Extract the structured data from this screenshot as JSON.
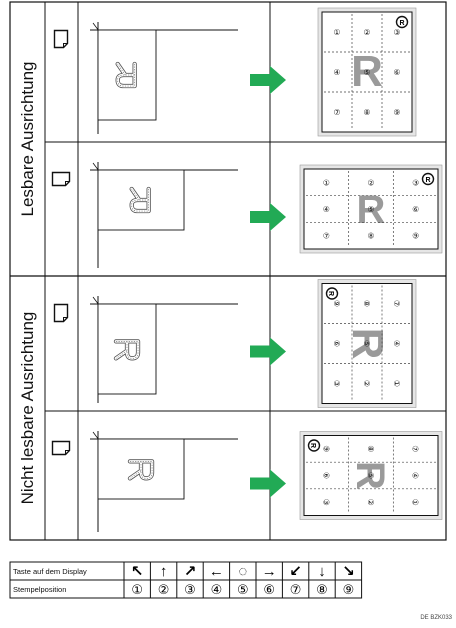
{
  "groups": [
    {
      "label": "Lesbare Ausrichtung"
    },
    {
      "label": "Nicht lesbare Ausrichtung"
    }
  ],
  "rows": [
    {
      "orientation": "portrait",
      "readable": true,
      "grid": [
        [
          "①",
          "②",
          "③"
        ],
        [
          "④",
          "⑤",
          "⑥"
        ],
        [
          "⑦",
          "⑧",
          "⑨"
        ]
      ],
      "stamp_label": "Ⓡ"
    },
    {
      "orientation": "landscape",
      "readable": true,
      "grid": [
        [
          "①",
          "②",
          "③"
        ],
        [
          "④",
          "⑤",
          "⑥"
        ],
        [
          "⑦",
          "⑧",
          "⑨"
        ]
      ],
      "stamp_label": "Ⓡ"
    },
    {
      "orientation": "portrait",
      "readable": false,
      "grid": [
        [
          "⑨",
          "⑧",
          "⑦"
        ],
        [
          "⑥",
          "⑤",
          "④"
        ],
        [
          "③",
          "②",
          "①"
        ]
      ],
      "stamp_label": "Ⓡ"
    },
    {
      "orientation": "landscape",
      "readable": false,
      "grid": [
        [
          "⑨",
          "⑧",
          "⑦"
        ],
        [
          "⑥",
          "⑤",
          "④"
        ],
        [
          "③",
          "②",
          "①"
        ]
      ],
      "stamp_label": "Ⓡ"
    }
  ],
  "page_letter": "R",
  "table": {
    "row1_label": "Taste auf dem Display",
    "row2_label": "Stempelposition",
    "keys": [
      "↖",
      "↑",
      "↗",
      "←",
      "◌",
      "→",
      "↙",
      "↓",
      "↘"
    ],
    "positions": [
      "①",
      "②",
      "③",
      "④",
      "⑤",
      "⑥",
      "⑦",
      "⑧",
      "⑨"
    ]
  },
  "figure_code": "DE BZK033",
  "colors": {
    "arrow": "#22aa55",
    "grid_line": "#111111",
    "letter_gray": "#9a9a9a"
  }
}
